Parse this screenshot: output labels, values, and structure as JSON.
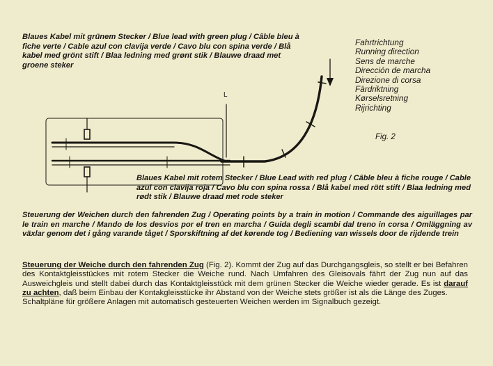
{
  "lead_green": "Blaues Kabel mit grünem Stecker / Blue lead with green plug / Câble bleu à fiche verte / Cable azul con clavija verde / Cavo blu con spina verde / Blå kabel med grönt stift / Blaa ledning med grønt stik / Blauwe draad met groene steker",
  "direction": [
    "Fahrtrichtung",
    "Running direction",
    "Sens de marche",
    "Dirección de marcha",
    "Direzione di corsa",
    "Färdriktning",
    "Kørselsretning",
    "Rijrichting"
  ],
  "figure_label": "Fig. 2",
  "point_label": "L",
  "lead_red": "Blaues Kabel mit rotem Stecker / Blue Lead with red plug / Câble bleu à fiche rouge / Cable azul con clavija roja / Cavo blu con spina rossa / Blå kabel med rött stift / Blaa ledning med rødt stik / Blauwe draad met rode steker",
  "caption": "Steuerung der Weichen durch den fahrenden Zug / Operating points by a train in motion / Commande des aiguillages par le train en marche / Mando de los desvios por el tren en marcha / Guida degli scambi dal treno in corsa / Omläggning av växlar genom det i gång varande tåget / Sporskiftning af det kørende tog / Bediening van wissels door de rijdende trein",
  "body": {
    "heading": "Steuerung der Weiche durch den fahrenden Zug",
    "ref": " (Fig. 2). ",
    "text1": "Kommt der Zug auf das Durchgangsgleis, so stellt er bei Befahren des Kontaktgleisstückes mit rotem Stecker die Weiche rund. Nach Umfahren des Gleisovals fährt der Zug nun auf das Ausweichgleis und stellt dabei durch das Kontaktgleisstück mit dem grünen Stecker die Weiche wieder gerade. Es ist ",
    "emph": "darauf zu achten",
    "text2": ", daß beim Einbau der Kontakgleisstücke ihr Abstand von der Weiche stets größer ist als die Länge des Zuges.",
    "para2": "Schaltpläne für größere Anlagen mit automatisch gesteuerten Weichen werden im Signalbuch gezeigt."
  }
}
